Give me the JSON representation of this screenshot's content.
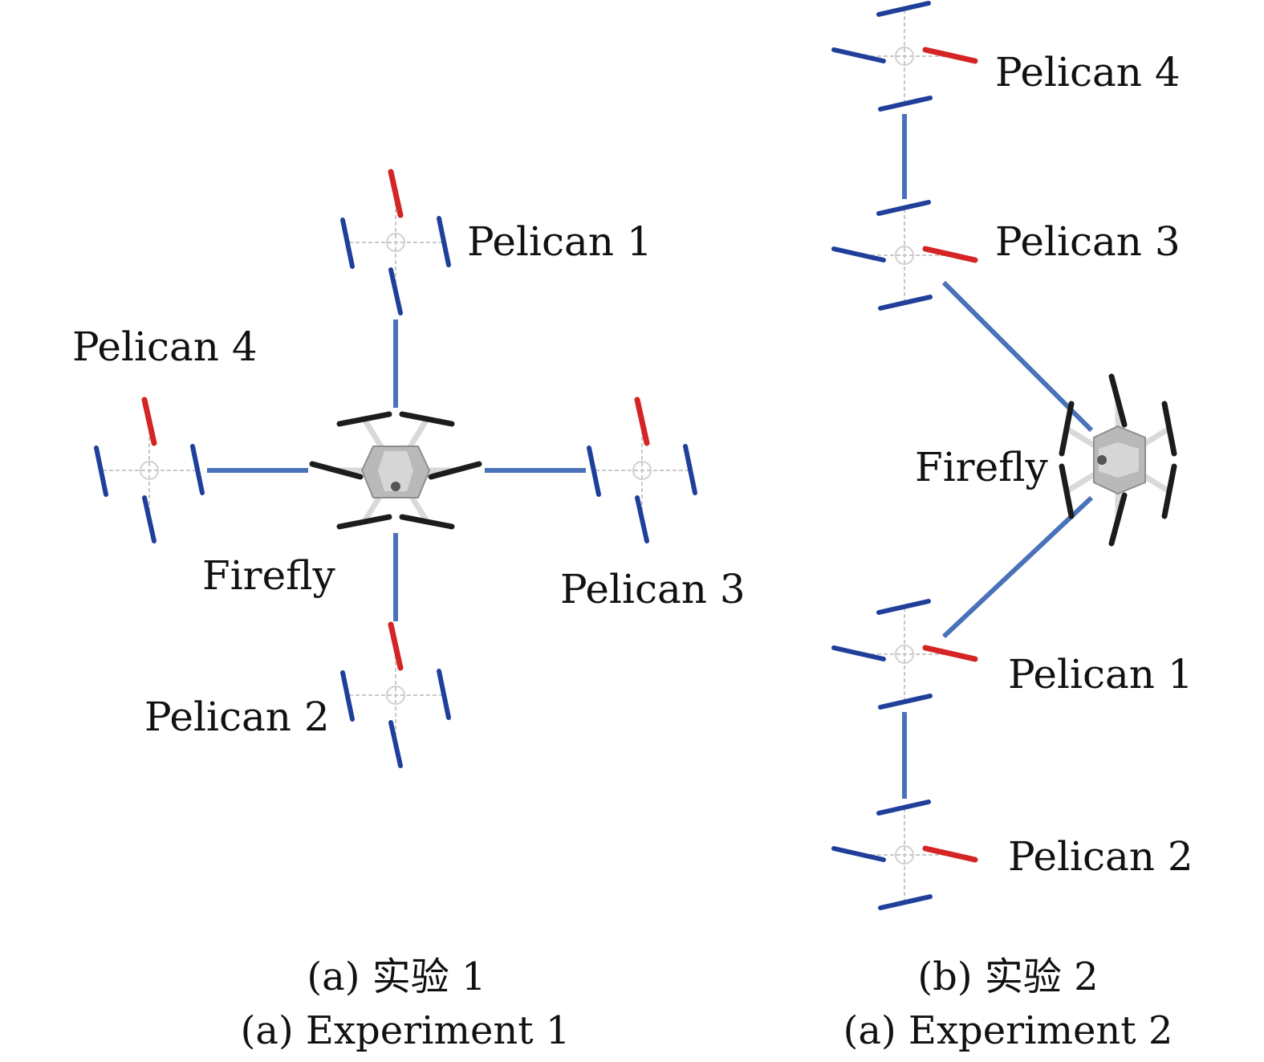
{
  "colors": {
    "link": "#4a72b8",
    "pelican_rotor": "#1f3f9a",
    "pelican_front_rotor": "#d42424",
    "firefly_rotor": "#1c1c1c",
    "firefly_body": "#b9b9b9",
    "frame": "#c8c8c8"
  },
  "panels": [
    {
      "caption_cn": "(a) 实验 1",
      "caption_en": "(a) Experiment 1",
      "vehicles": [
        {
          "label": "Pelican 1",
          "type": "pelican-icon"
        },
        {
          "label": "Pelican 2",
          "type": "pelican-icon"
        },
        {
          "label": "Pelican 3",
          "type": "pelican-icon"
        },
        {
          "label": "Pelican 4",
          "type": "pelican-icon"
        },
        {
          "label": "Firefly",
          "type": "firefly-icon"
        }
      ]
    },
    {
      "caption_cn": "(b) 实验 2",
      "caption_en": "(a) Experiment 2",
      "vehicles": [
        {
          "label": "Pelican 4",
          "type": "pelican-icon"
        },
        {
          "label": "Pelican 3",
          "type": "pelican-icon"
        },
        {
          "label": "Firefly",
          "type": "firefly-icon"
        },
        {
          "label": "Pelican 1",
          "type": "pelican-icon"
        },
        {
          "label": "Pelican 2",
          "type": "pelican-icon"
        }
      ]
    }
  ]
}
